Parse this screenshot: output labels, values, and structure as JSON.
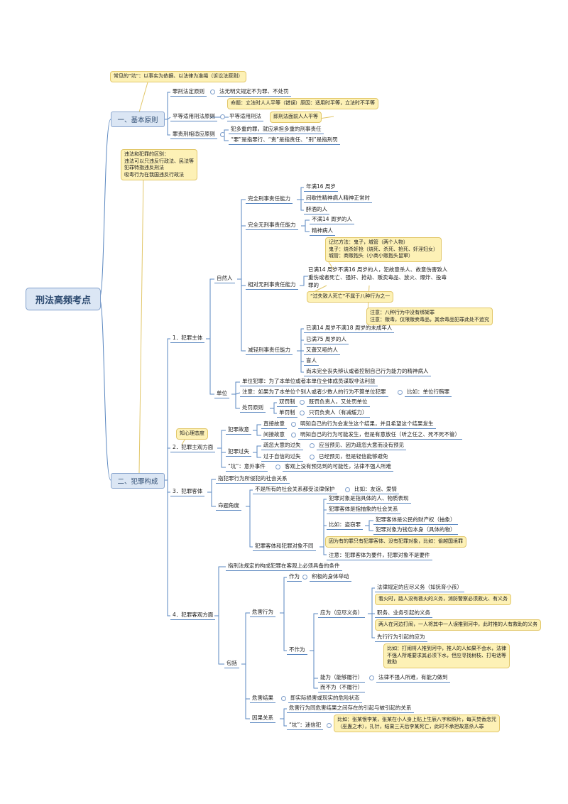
{
  "root": "刑法高频考点",
  "branches": {
    "basic": "一、基本原则",
    "composition": "二、犯罪构成"
  },
  "basic": {
    "note_top": "常见的“坑”：以事实为依据、以法律为准绳（诉讼法原则）",
    "legality_title": "罪刑法定原则",
    "legality_text": "法无明文规定不为罪、不处罚",
    "equality_title": "平等适用刑法原则",
    "equality_sub": "平等适用刑法",
    "equality_note1": "命题：立法时人人平等（错误）原因：适用时平等，立法时不平等",
    "equality_note2": "即刑法面前人人平等",
    "proportion_title": "罪责刑相适应原则",
    "proportion_1": "犯多重的罪，就应承担多重的刑事责任",
    "proportion_2": "“罪”是指罪行、“责”是指责任、“刑”是指刑罚",
    "note_violation": "违法和犯罪的区别：\n违法可以只违反行政法、民法等\n犯罪特指违反刑法\n吸毒行为在我国违反行政法"
  },
  "subject": {
    "title": "1．犯罪主体",
    "natural": "自然人",
    "full": "完全刑事责任能力",
    "full_items": [
      "年满16 周岁",
      "间歇性精神病人精神正常时",
      "醉酒的人"
    ],
    "none": "完全无刑事责任能力",
    "none_items": [
      "不满14 周岁的人",
      "精神病人"
    ],
    "memory_note": "记忆方法：鬼子，城管（两个人物）\n鬼子：烧杀奸抢（烧死、杀死、抢死、奸淫妇女）\n城管：商贩抱头（小商小贩抱头鼠窜）",
    "relative": "相对无刑事责任能力",
    "relative_text": "已满14 周岁不满16 周岁的人，犯故意杀人、故意伤害致人\n重伤或者死亡、强奸、抢劫、贩卖毒品、放火、爆炸、投毒\n罪的",
    "relative_note1": "“过失致人死亡”不属于八种行为之一",
    "relative_note2": "注意：八种行为中没有绑架罪\n注意：贩毒，仅限贩卖毒品，其余毒品犯罪此处不追究",
    "reduced": "减轻刑事责任能力",
    "reduced_items": [
      "已满14 周岁不满18 周岁的未成年人",
      "已满75 周岁的人",
      "又聋又哑的人",
      "盲人",
      "尚未完全丧失辨认或者控制自己行为能力的精神病人"
    ],
    "unit": "单位",
    "unit_crime": "单位犯罪：为了本单位或者本单位全体成员谋取非法利益",
    "unit_attention": "注意：如果为了本单位个别人或者少数人的行为不算单位犯罪",
    "unit_example": "比如：单位行贿罪",
    "punish": "处罚原则",
    "double": "双罚制",
    "double_text": "既罚负责人，又处罚单位",
    "single": "单罚制",
    "single_text": "只罚负责人（有减缓力）"
  },
  "mental": {
    "title": "2．犯罪主观方面",
    "note": "知心理态度",
    "intent": "犯罪故意",
    "direct": "直接故意",
    "direct_text": "明知自己的行为会发生这个结果，并且希望这个结果发生",
    "indirect": "间接故意",
    "indirect_text": "明知自己的行为可能发生，但是有意放任（听之任之、死不死不管）",
    "negligence": "犯罪过失",
    "careless": "疏忽大意的过失",
    "careless_text": "应当预见、因为疏忽大意而没有预见",
    "confident": "过于自信的过失",
    "confident_text": "已经预见，但是轻信能够避免",
    "accident_label": "“坑”：意外事件",
    "accident_text": "客观上没有预见到的可能性，法律不强人所难"
  },
  "object": {
    "title": "3．犯罪客体",
    "def": "指犯罪行为所侵犯的社会关系",
    "angle": "命题角度",
    "not_all": "不是所有的社会关系都受法律保护",
    "not_all_ex": "比如：友谊、爱情",
    "diff": "犯罪客体和犯罪对象不同",
    "diff_1": "犯罪对象是指具体的人、物质表现",
    "diff_2": "犯罪客体是指抽象的社会关系",
    "theft": "比如：盗窃罪",
    "theft_1": "犯罪客体是公民的财产权（抽象）",
    "theft_2": "犯罪对象为钱包本身（具体的物）",
    "diff_note": "因为有的罪只有犯罪客体、没有犯罪对象，比如：偷越国境罪",
    "diff_3": "注意：犯罪客体为要件，犯罪对象不是要件"
  },
  "objective": {
    "title": "4．犯罪客观方面",
    "def": "指刑法规定的构成犯罪在客观上必须具备的条件",
    "include": "包括",
    "harm": "危害行为",
    "act": "作为",
    "act_text": "积极的身体举动",
    "omission": "不作为",
    "duty": "应为（应尽义务）",
    "duty_1": "法律规定的应尽义务（如抚育小孩）",
    "duty_note1": "看火时，路人没有救火的义务，消防警察必须救火、有义务",
    "duty_2": "职务、业务引起的义务",
    "duty_note2": "两人在河边打闹，一人将其中一人误推到河中，此时推的人有救助的义务",
    "duty_3": "先行行为引起的应为",
    "duty_note3": "比如：打闹将人推到河中，推人的人如果不会水，法律\n不强人所难要求其必须下水，但应寻找树枝、打电话等\n救助",
    "able": "能为（能够履行）",
    "able_text": "法律不强人所难，有能力做到",
    "not_do": "而不为（不履行）",
    "result": "危害结果",
    "result_text": "即实际损害或现实的危险状态",
    "causal": "因果关系",
    "causal_def": "危害行为同危害结果之间存在的引起与被引起的关系",
    "superstition": "“坑”：迷信犯",
    "superstition_note": "比如：张某恨李某，张某在小人身上贴上生辰八字和照片，每天焚香念咒\n（巫蛊之术），扎针，结果三天后李某死亡，此时不承担故意杀人罪"
  },
  "colors": {
    "line": "#5a87c0",
    "note_fill": "#fdf1b6",
    "note_border": "#e2c76a",
    "node_fill": "#dbe6f4"
  }
}
